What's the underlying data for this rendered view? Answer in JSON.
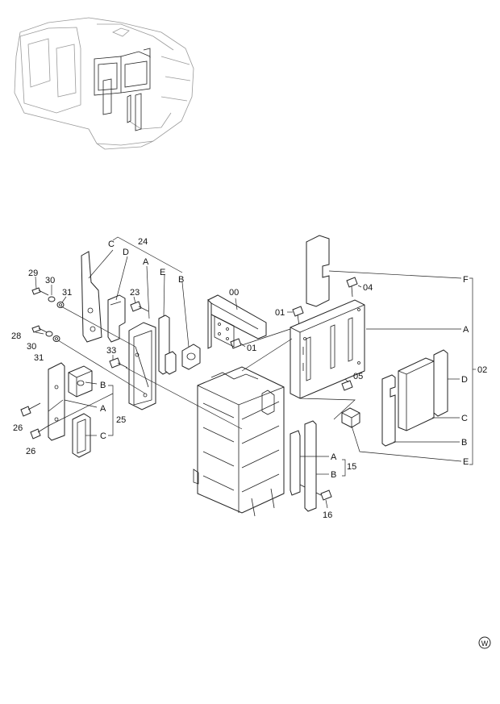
{
  "labels": {
    "l00": "00",
    "l01a": "01",
    "l01b": "01",
    "l02": "02",
    "l04": "04",
    "l05": "05",
    "l15": "15",
    "l16": "16",
    "l23": "23",
    "l24": "24",
    "l25": "25",
    "l26a": "26",
    "l26b": "26",
    "l28": "28",
    "l29": "29",
    "l30a": "30",
    "l30b": "30",
    "l31a": "31",
    "l31b": "31",
    "l33": "33",
    "A1": "A",
    "A2": "A",
    "A3": "A",
    "A4": "A",
    "B1": "B",
    "B2": "B",
    "B3": "B",
    "B4": "B",
    "C1": "C",
    "C2": "C",
    "C3": "C",
    "D1": "D",
    "D2": "D",
    "E1": "E",
    "E2": "E",
    "F1": "F"
  },
  "icons": {
    "corner_mark": "circled-w-mark",
    "corner_mark_text": "W"
  },
  "colors": {
    "line": "#222222",
    "faint": "#9a9a9a",
    "background": "#ffffff"
  }
}
